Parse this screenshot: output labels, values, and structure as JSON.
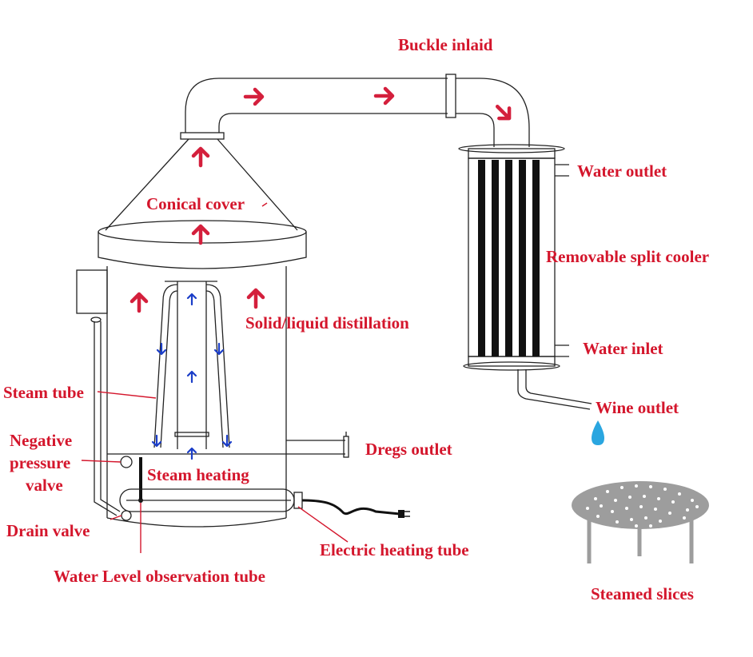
{
  "colors": {
    "label": "#d4162c",
    "flow_arrow": "#d41f3c",
    "water_arrow": "#1b3ec8",
    "line": "#222222",
    "droplet": "#2aa6e0",
    "tray": "#9d9d9d"
  },
  "labels": {
    "buckle_inlaid": "Buckle inlaid",
    "conical_cover": "Conical cover",
    "water_outlet": "Water outlet",
    "removable_split_cooler": "Removable split cooler",
    "solid_liquid_distillation": "Solid/liquid distillation",
    "water_inlet": "Water inlet",
    "steam_tube": "Steam tube",
    "wine_outlet": "Wine outlet",
    "negative_pressure_valve": [
      "Negative",
      "pressure",
      "valve"
    ],
    "dregs_outlet": "Dregs outlet",
    "steam_heating": "Steam heating",
    "drain_valve": "Drain valve",
    "electric_heating_tube": "Electric heating tube",
    "water_level_observation_tube": "Water Level observation tube",
    "steamed_slices": "Steamed slices"
  },
  "flow_arrows": {
    "steam": [
      {
        "name": "pipe-flow-arrow-1",
        "direction": "right"
      },
      {
        "name": "pipe-flow-arrow-2",
        "direction": "right"
      },
      {
        "name": "pipe-flow-arrow-3",
        "direction": "down-right"
      },
      {
        "name": "cone-flow-arrow-top",
        "direction": "up"
      },
      {
        "name": "cone-flow-arrow-mid",
        "direction": "up"
      },
      {
        "name": "vessel-flow-arrow-left",
        "direction": "up"
      },
      {
        "name": "vessel-flow-arrow-right",
        "direction": "up"
      }
    ],
    "water": [
      {
        "name": "tube-flow-arrow-center-top",
        "direction": "up"
      },
      {
        "name": "tube-flow-arrow-center-mid",
        "direction": "up"
      },
      {
        "name": "tube-flow-arrow-center-bottom",
        "direction": "up"
      },
      {
        "name": "tube-flow-arrow-left-mid",
        "direction": "down"
      },
      {
        "name": "tube-flow-arrow-right-mid",
        "direction": "down"
      },
      {
        "name": "tube-flow-arrow-left-bottom",
        "direction": "down"
      },
      {
        "name": "tube-flow-arrow-right-bottom",
        "direction": "down"
      }
    ]
  }
}
